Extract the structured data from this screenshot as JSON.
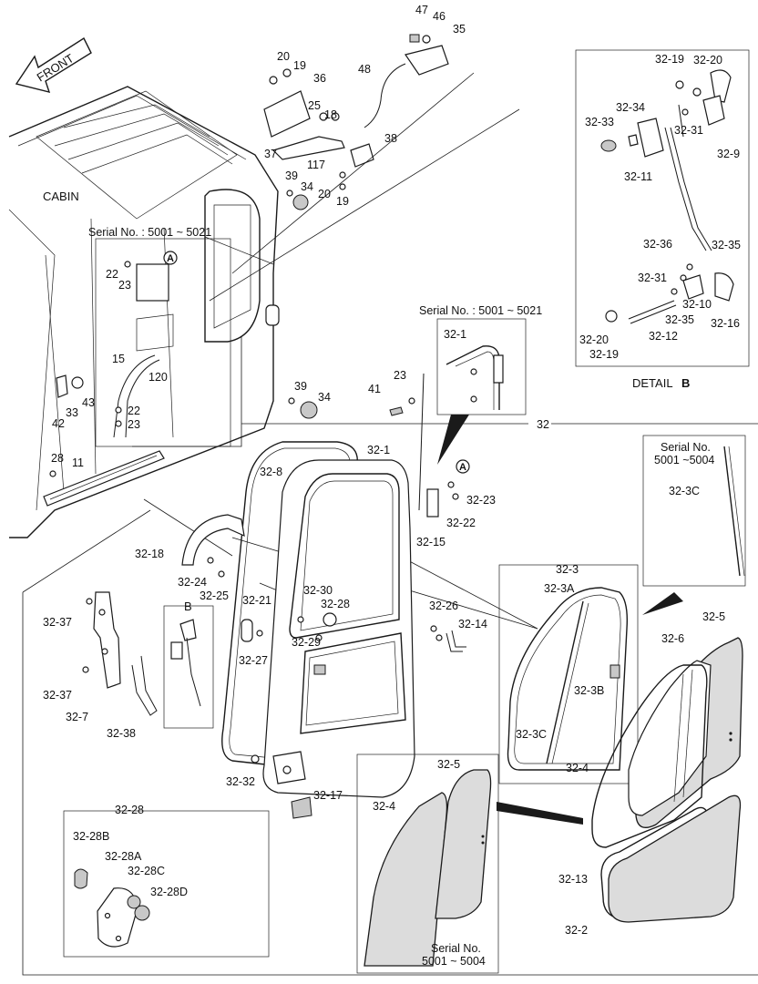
{
  "cabin_label": "CABIN",
  "front_label": "FRONT",
  "detail_title": "DETAIL",
  "detail_letter": "B",
  "serial_main_upper": "Serial No. : 5001 ~ 5021",
  "serial_main_right": "Serial No. : 5001 ~ 5021",
  "serial_box_top_line1": "Serial No.",
  "serial_box_top_line2": "5001 ~5004",
  "serial_box_bottom_line1": "Serial No.",
  "serial_box_bottom_line2": "5001 ~ 5004",
  "callouts": {
    "c47": "47",
    "c46": "46",
    "c35": "35",
    "c48": "48",
    "c20a": "20",
    "c19a": "19",
    "c36": "36",
    "c25": "25",
    "c18": "18",
    "c37": "37",
    "c117": "117",
    "c38": "38",
    "c39a": "39",
    "c34a": "34",
    "c20b": "20",
    "c19b": "19",
    "c22a": "22",
    "c23a": "23",
    "cA1": "A",
    "c15": "15",
    "c120": "120",
    "c43": "43",
    "c42": "42",
    "c33": "33",
    "c22b": "22",
    "c23b": "23",
    "c28": "28",
    "c11": "11",
    "c39b": "39",
    "c34b": "34",
    "c23c": "23",
    "c41": "41",
    "c32_1_box": "32-1",
    "c32": "32",
    "c32_8": "32-8",
    "c32_1": "32-1",
    "cA2": "A",
    "c32_23": "32-23",
    "c32_22": "32-22",
    "c32_15": "32-15",
    "c32_18": "32-18",
    "c32_24": "32-24",
    "c32_25": "32-25",
    "c32_21": "32-21",
    "c32_30": "32-30",
    "c32_28": "32-28",
    "c32_29": "32-29",
    "c32_27": "32-27",
    "c32_26": "32-26",
    "c32_14": "32-14",
    "c32_37a": "32-37",
    "c32_37b": "32-37",
    "c32_7": "32-7",
    "c32_38": "32-38",
    "cB": "B",
    "c32_32": "32-32",
    "c32_17": "32-17",
    "c32_3": "32-3",
    "c32_3A": "32-3A",
    "c32_3B": "32-3B",
    "c32_3C": "32-3C",
    "c32_3C_box": "32-3C",
    "c32_5": "32-5",
    "c32_6": "32-6",
    "c32_4": "32-4",
    "c32_5b": "32-5",
    "c32_4b": "32-4",
    "c32_13": "32-13",
    "c32_2": "32-2",
    "c32_28_grp": "32-28",
    "c32_28B": "32-28B",
    "c32_28A": "32-28A",
    "c32_28C": "32-28C",
    "c32_28D": "32-28D",
    "d32_19a": "32-19",
    "d32_20a": "32-20",
    "d32_34": "32-34",
    "d32_33": "32-33",
    "d32_31a": "32-31",
    "d32_9": "32-9",
    "d32_11": "32-11",
    "d32_36": "32-36",
    "d32_35a": "32-35",
    "d32_31b": "32-31",
    "d32_10": "32-10",
    "d32_35b": "32-35",
    "d32_16": "32-16",
    "d32_20b": "32-20",
    "d32_12": "32-12",
    "d32_19b": "32-19"
  }
}
